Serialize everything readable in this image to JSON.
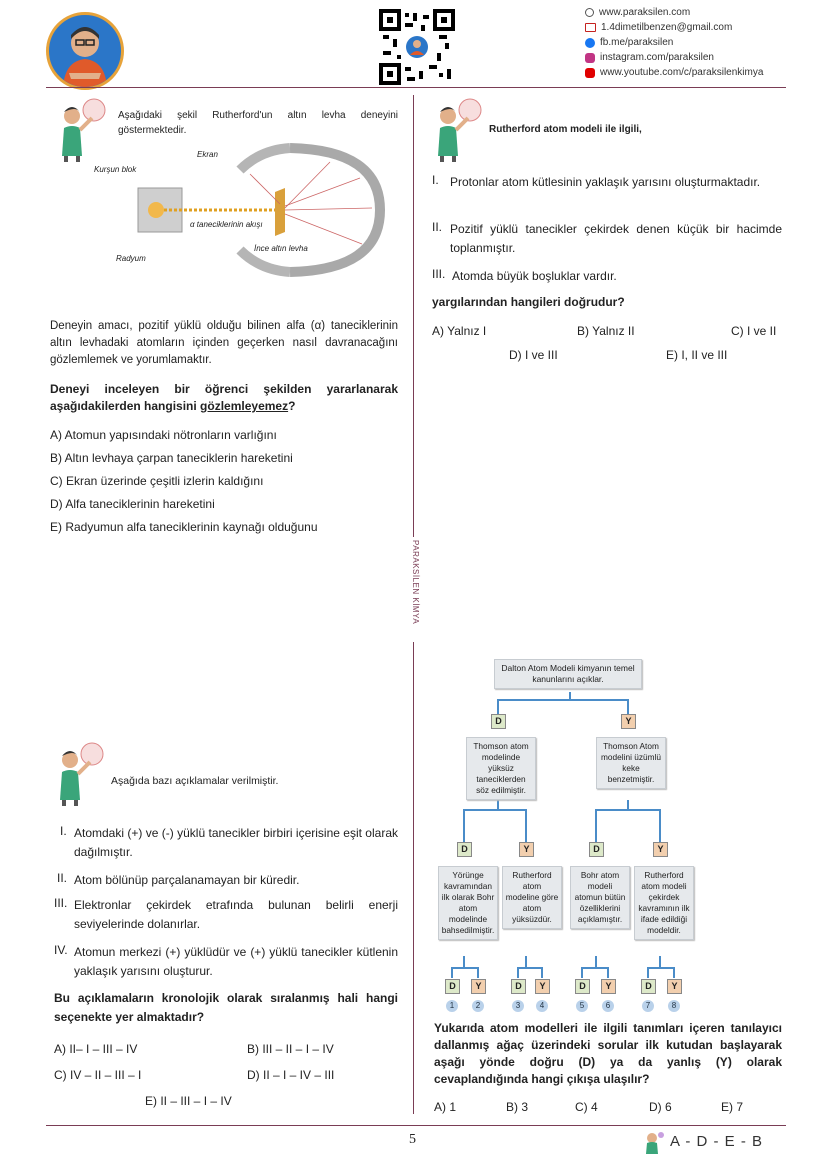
{
  "header": {
    "contacts": [
      {
        "icon": "web-icon",
        "text": "www.paraksilen.com",
        "color": "#555555"
      },
      {
        "icon": "gmail-icon",
        "text": "1.4dimetilbenzen@gmail.com",
        "color": "#c5221f"
      },
      {
        "icon": "facebook-icon",
        "text": "fb.me/paraksilen",
        "color": "#1877f2"
      },
      {
        "icon": "instagram-icon",
        "text": "instagram.com/paraksilen",
        "color": "#c13584"
      },
      {
        "icon": "youtube-icon",
        "text": "www.youtube.com/c/paraksilenkimya",
        "color": "#e00000"
      }
    ]
  },
  "side_text": "PARAKSİLEN KİMYA",
  "q1": {
    "intro": "Aşağıdaki şekil Rutherford'un altın levha deneyini göstermektedir.",
    "figure_labels": {
      "ekran": "Ekran",
      "kursun": "Kurşun blok",
      "alfa": "α taneciklerinin akışı",
      "levha": "İnce altın levha",
      "radyum": "Radyum"
    },
    "paragraph": "Deneyin amacı, pozitif yüklü olduğu bilinen alfa (α) taneciklerinin altın levhadaki atomların içinden geçerken nasıl davranacağını gözlemlemek ve yorumlamaktır.",
    "question_pre": "Deneyi inceleyen bir öğrenci şekilden yararlanarak aşağıdakilerden hangisini ",
    "question_under": "gözlemleyemez",
    "question_post": "?",
    "options": [
      "A)  Atomun yapısındaki nötronların varlığını",
      "B)  Altın levhaya çarpan taneciklerin hareketini",
      "C)  Ekran üzerinde çeşitli izlerin kaldığını",
      "D)  Alfa taneciklerinin hareketini",
      "E)  Radyumun alfa taneciklerinin kaynağı olduğunu"
    ]
  },
  "q2": {
    "title": "Rutherford atom modeli ile ilgili,",
    "items": [
      {
        "num": "I.",
        "text": "Protonlar atom kütlesinin yaklaşık yarısını oluşturmaktadır."
      },
      {
        "num": "II.",
        "text": "Pozitif yüklü tanecikler çekirdek denen küçük bir hacimde toplanmıştır."
      },
      {
        "num": "III.",
        "text": "Atomda büyük boşluklar vardır."
      }
    ],
    "question": "yargılarından hangileri doğrudur?",
    "options": [
      "A) Yalnız I",
      "B) Yalnız II",
      "C) I ve II",
      "D) I ve III",
      "E) I, II ve III"
    ]
  },
  "q3": {
    "intro": "Aşağıda bazı açıklamalar verilmiştir.",
    "items": [
      {
        "num": "I.",
        "text": "Atomdaki (+) ve (-) yüklü tanecikler birbiri içerisine eşit olarak dağılmıştır."
      },
      {
        "num": "II.",
        "text": "Atom bölünüp parçalanamayan bir küredir."
      },
      {
        "num": "III.",
        "text": "Elektronlar çekirdek etrafında bulunan belirli enerji seviyelerinde dolanırlar."
      },
      {
        "num": "IV.",
        "text": "Atomun merkezi (+) yüklüdür ve (+) yüklü tanecikler kütlenin yaklaşık yarısını oluşturur."
      }
    ],
    "question": "Bu açıklamaların kronolojik olarak sıralanmış hali hangi seçenekte yer almaktadır?",
    "options": [
      "A) II– I – III – IV",
      "B) III – II – I – IV",
      "C) IV – II – III – I",
      "D) II – I – IV – III",
      "E) II – III – I – IV"
    ]
  },
  "q4": {
    "root": "Dalton Atom Modeli kimyanın temel kanunlarını açıklar.",
    "level1": [
      "Thomson atom modelinde yüksüz taneciklerden söz edilmiştir.",
      "Thomson Atom modelini üzümlü keke benzetmiştir."
    ],
    "level2": [
      "Yörünge kavramından ilk olarak Bohr atom modelinde bahsedilmiştir.",
      "Rutherford atom modeline göre atom yüksüzdür.",
      "Bohr atom modeli atomun bütün özelliklerini açıklamıştır.",
      "Rutherford atom modeli çekirdek kavramının ilk ifade edildiği modeldir."
    ],
    "d_label": "D",
    "y_label": "Y",
    "exits": [
      "1",
      "2",
      "3",
      "4",
      "5",
      "6",
      "7",
      "8"
    ],
    "question": "Yukarıda atom modelleri ile ilgili tanımları içeren tanılayıcı dallanmış ağaç üzerindeki sorular ilk kutudan başlayarak aşağı yönde doğru (D) ya da yanlış (Y) olarak cevaplandığında hangi çıkışa ulaşılır?",
    "options": [
      "A) 1",
      "B) 3",
      "C) 4",
      "D) 6",
      "E) 7"
    ]
  },
  "footer": {
    "page": "5",
    "answers": "A - D - E - B"
  }
}
